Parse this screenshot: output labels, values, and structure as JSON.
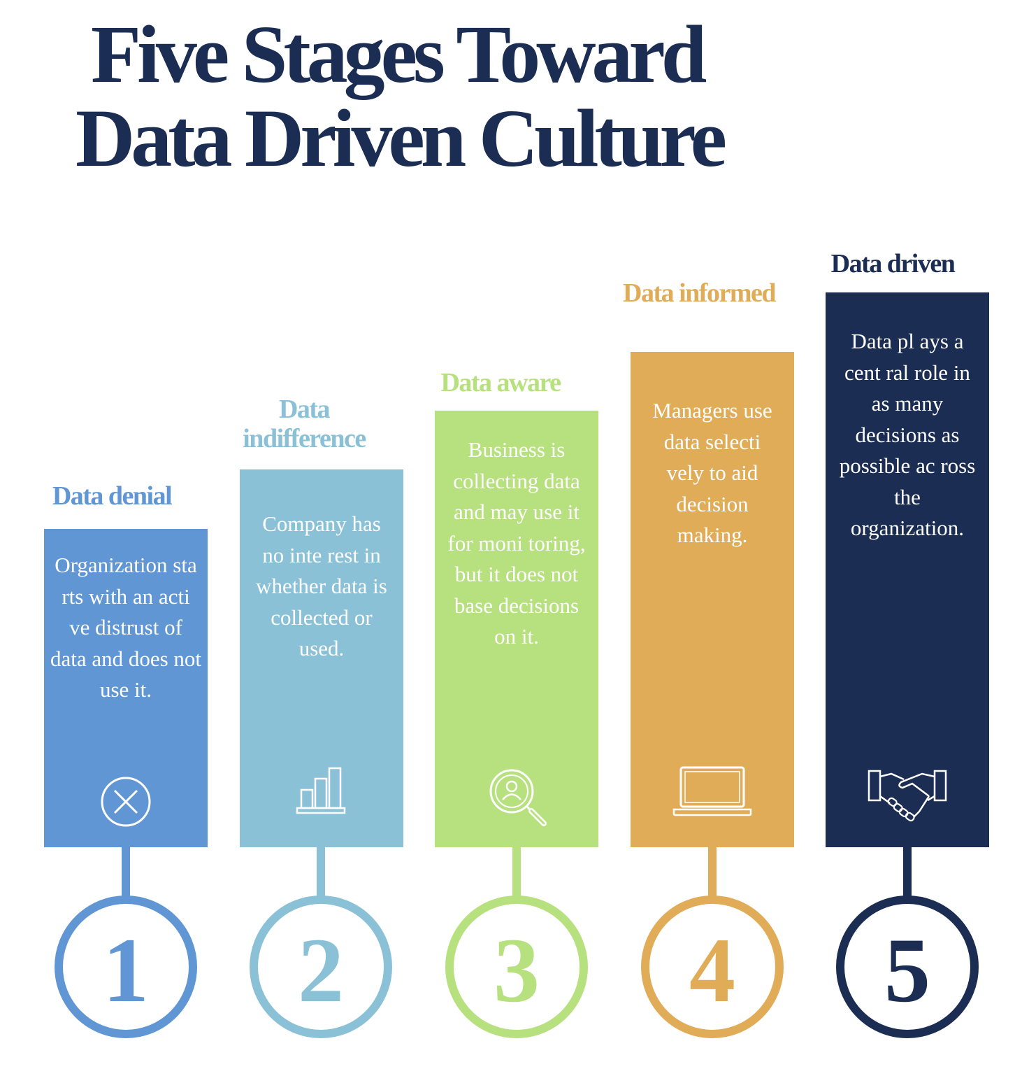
{
  "title": {
    "line1": "Five Stages Toward",
    "line2": "Data Driven Culture"
  },
  "stages": [
    {
      "number": "1",
      "title": "Data denial",
      "description": "Organization sta rts with an acti  ve distrust of data and does not use it.",
      "color": "#6196d4",
      "icon": "x-circle-icon"
    },
    {
      "number": "2",
      "title": "Data indifference",
      "description": "Company has no inte rest in whether data is collected or used.",
      "color": "#8bc1d6",
      "icon": "bar-chart-icon"
    },
    {
      "number": "3",
      "title": "Data aware",
      "description": "Business is collecting data and may use it for moni toring, but it does not base decisions on it.",
      "color": "#b7e07e",
      "icon": "magnifier-user-icon"
    },
    {
      "number": "4",
      "title": "Data informed",
      "description": "Managers use data selecti  vely to aid decision making.",
      "color": "#e0ac58",
      "icon": "laptop-icon"
    },
    {
      "number": "5",
      "title": "Data driven",
      "description": "Data pl ays a cent ral role in as many decisions as possible ac ross the organization.",
      "color": "#1b2d52",
      "icon": "handshake-icon"
    }
  ]
}
